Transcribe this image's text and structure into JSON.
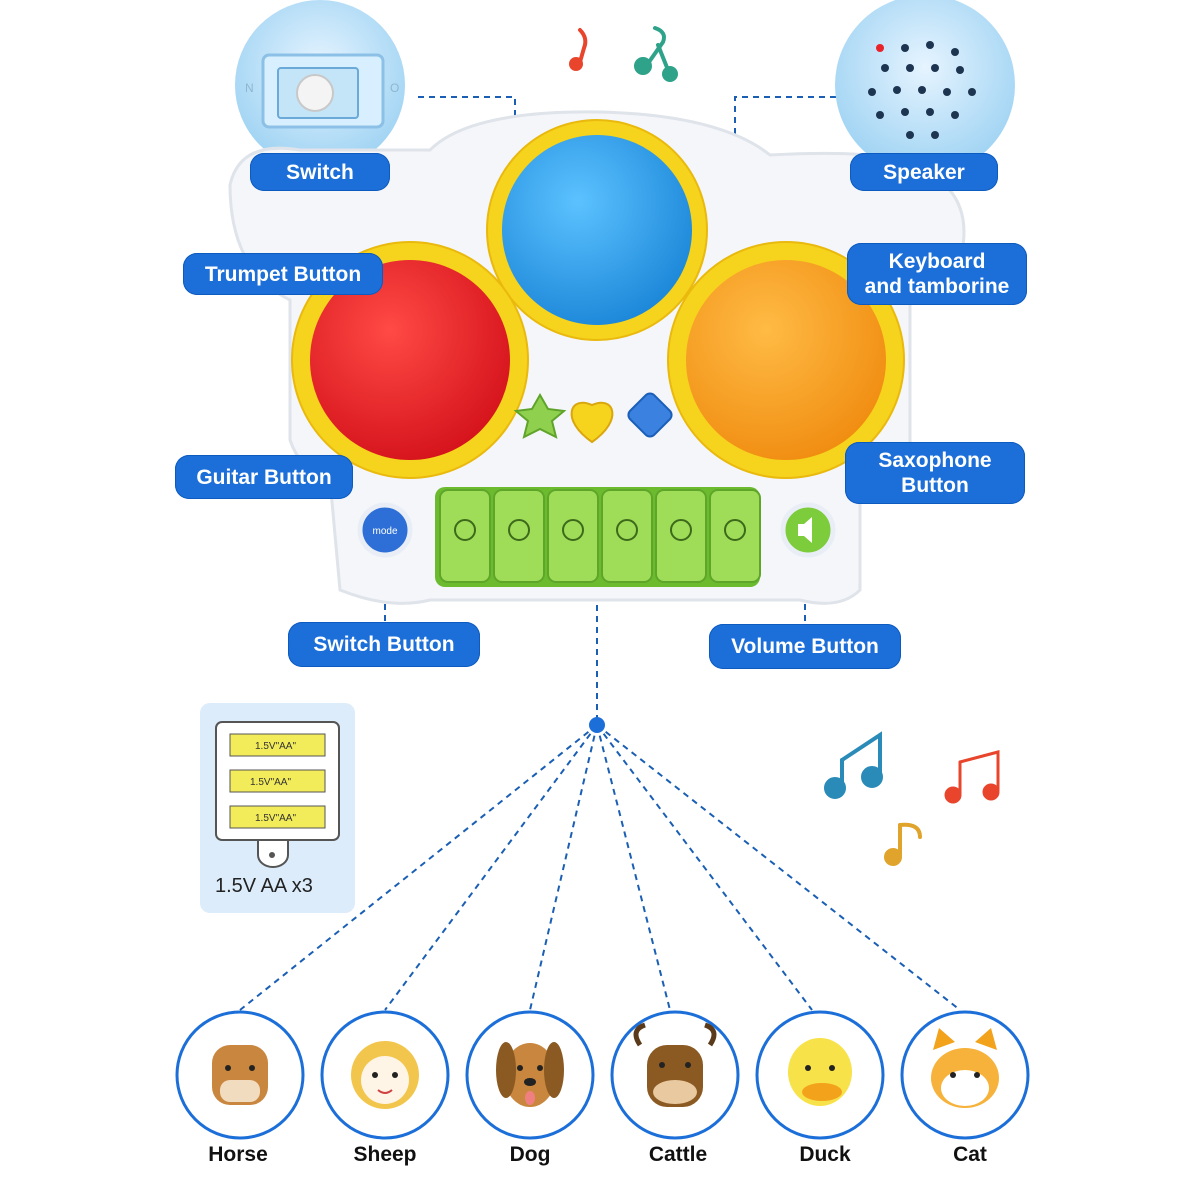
{
  "labels": {
    "switch": "Switch",
    "speaker": "Speaker",
    "trumpet_button": "Trumpet Button",
    "keyboard_line1": "Keyboard",
    "keyboard_line2": "and tamborine",
    "guitar_button": "Guitar Button",
    "saxophone_line1": "Saxophone",
    "saxophone_line2": "Button",
    "switch_button": "Switch Button",
    "volume_button": "Volume Button"
  },
  "device": {
    "mode_text": "mode",
    "switch_letter_left": "N",
    "switch_letter_right": "O"
  },
  "battery": {
    "cell_label": "1.5V\"AA\"",
    "caption": "1.5V AA  x3"
  },
  "animals": [
    {
      "name": "Horse"
    },
    {
      "name": "Sheep"
    },
    {
      "name": "Dog"
    },
    {
      "name": "Cattle"
    },
    {
      "name": "Duck"
    },
    {
      "name": "Cat"
    }
  ],
  "colors": {
    "accent_blue": "#1c6fd8",
    "drum_red": "#e8232a",
    "drum_blue": "#2a9ee8",
    "drum_orange": "#f7a223",
    "frame_yellow": "#f6d31c",
    "key_green": "#8fd14f"
  }
}
